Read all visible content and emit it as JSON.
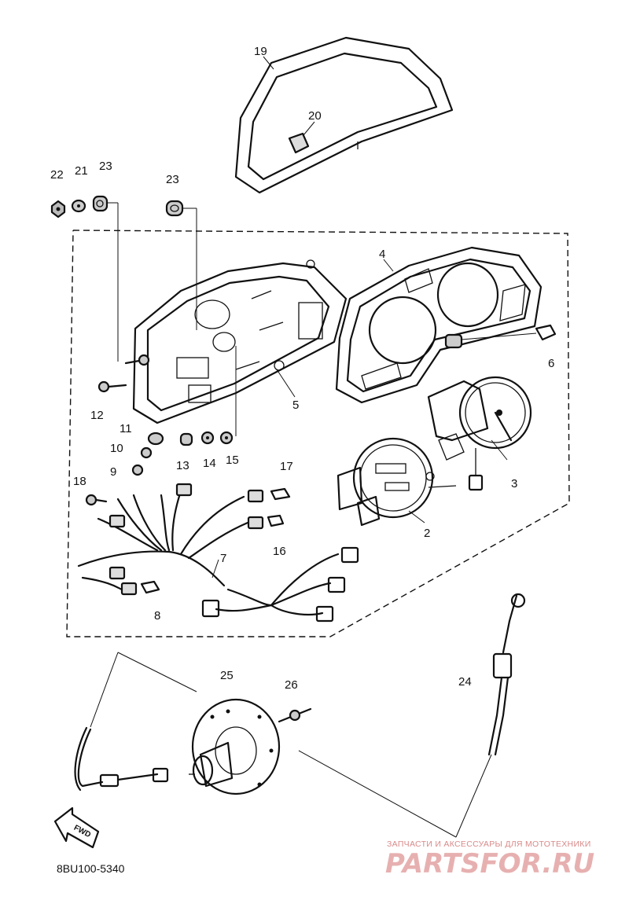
{
  "labels": {
    "p2": "2",
    "p3": "3",
    "p4": "4",
    "p5": "5",
    "p6": "6",
    "p7": "7",
    "p8": "8",
    "p9": "9",
    "p10": "10",
    "p11": "11",
    "p12": "12",
    "p13": "13",
    "p14": "14",
    "p15": "15",
    "p16": "16",
    "p17": "17",
    "p18": "18",
    "p19": "19",
    "p20": "20",
    "p21": "21",
    "p22": "22",
    "p23a": "23",
    "p23b": "23",
    "p24": "24",
    "p25": "25",
    "p26": "26"
  },
  "diagram_code": "8BU100-5340",
  "forward_arrow": "FWD",
  "watermark": {
    "subtitle": "ЗАПЧАСТИ И АКСЕССУАРЫ ДЛЯ МОТОТЕХНИКИ",
    "brand": "PARTSFOR.RU"
  }
}
